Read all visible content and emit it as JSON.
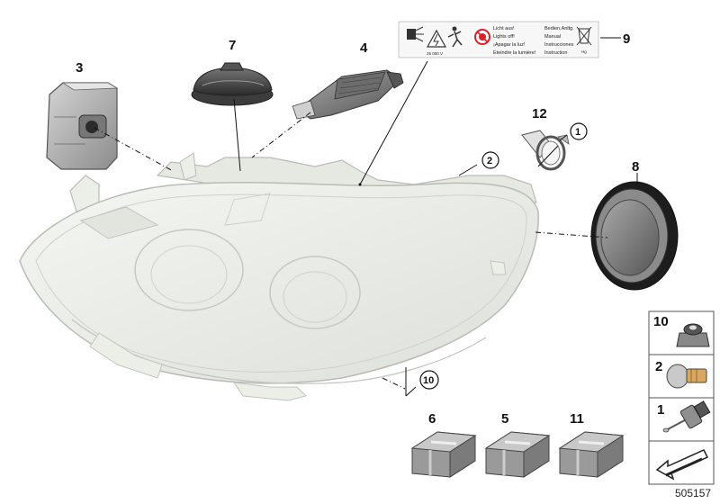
{
  "diagram_id": "505157",
  "labels": {
    "item_1": "1",
    "item_2": "2",
    "item_3": "3",
    "item_4": "4",
    "item_5": "5",
    "item_6": "6",
    "item_7": "7",
    "item_8": "8",
    "item_9": "9",
    "item_10": "10",
    "item_11": "11",
    "item_12": "12"
  },
  "sidebar": {
    "items": [
      {
        "number": "10"
      },
      {
        "number": "2"
      },
      {
        "number": "1"
      }
    ]
  },
  "warning_label": {
    "voltage": "25 000 V",
    "lines_left": [
      "Licht aus!",
      "Lights off!",
      "¡Apagar la luz!",
      "Eteindre la lumière!"
    ],
    "lines_right": [
      "Bedien.Anltg.",
      "Manual",
      "Instrucciones",
      "Instruction"
    ],
    "hg": "Hg"
  }
}
